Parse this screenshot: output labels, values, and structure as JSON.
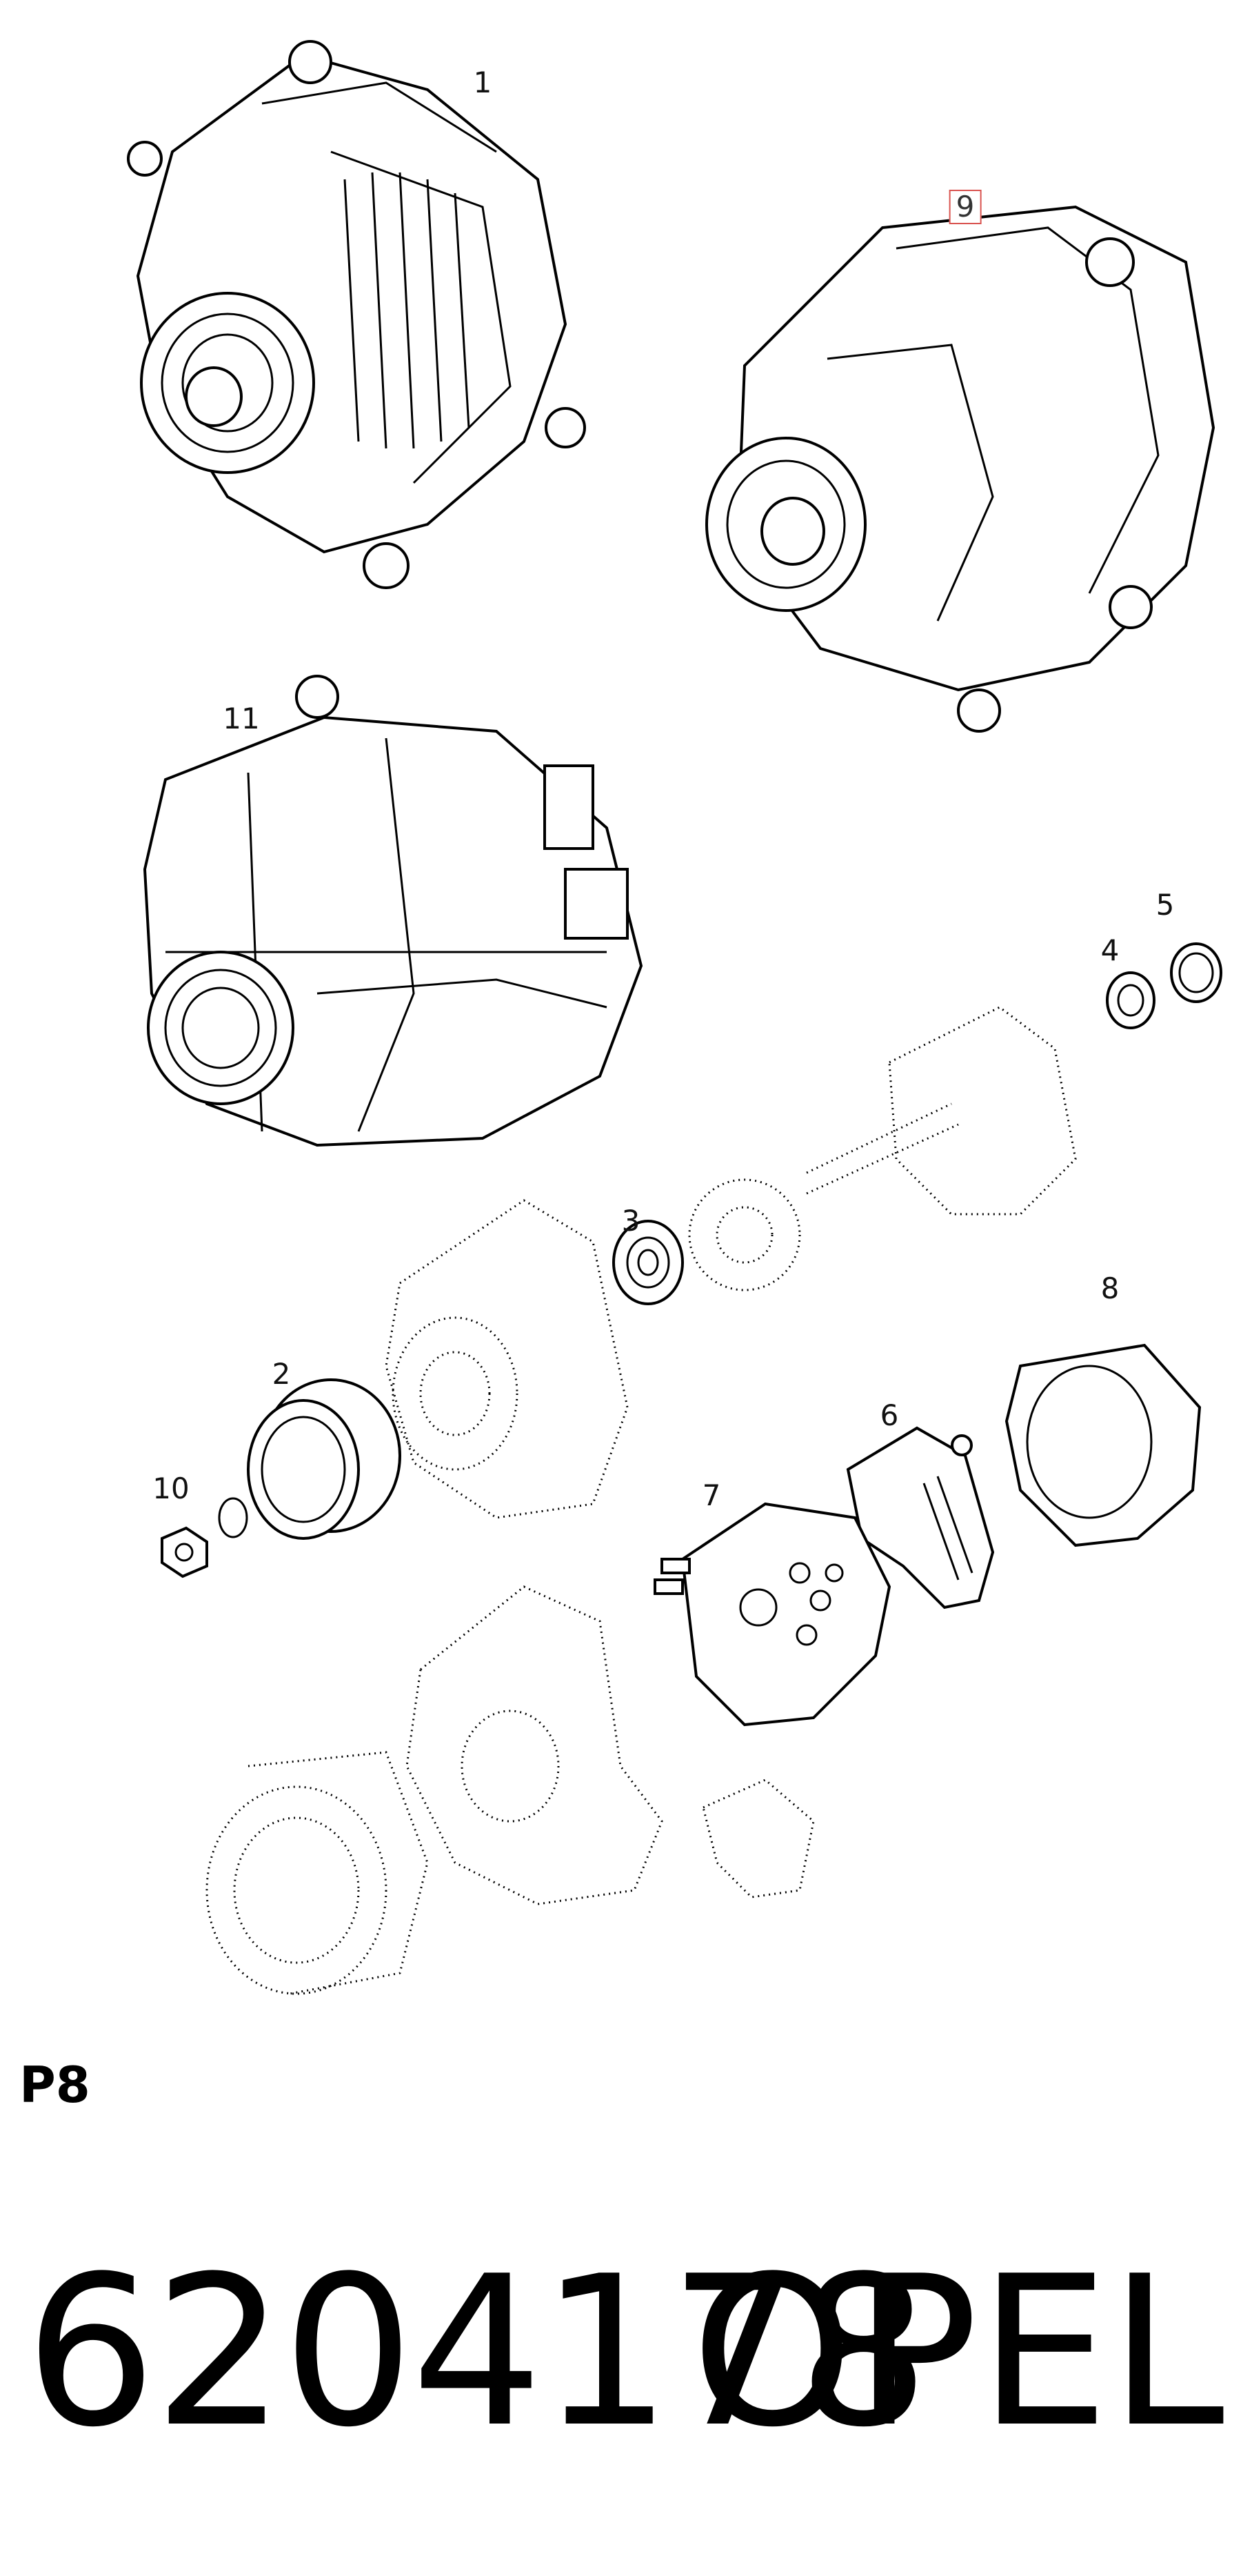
{
  "callouts": [
    {
      "id": "1",
      "label": "1"
    },
    {
      "id": "9",
      "label": "9",
      "highlighted": true,
      "highlight_color": "#d9534f"
    },
    {
      "id": "11",
      "label": "11"
    },
    {
      "id": "5",
      "label": "5"
    },
    {
      "id": "4",
      "label": "4"
    },
    {
      "id": "3",
      "label": "3"
    },
    {
      "id": "8",
      "label": "8"
    },
    {
      "id": "2",
      "label": "2"
    },
    {
      "id": "6",
      "label": "6"
    },
    {
      "id": "10",
      "label": "10"
    },
    {
      "id": "7",
      "label": "7"
    }
  ],
  "page_label": "P8",
  "part_number": "6204178",
  "brand": "OPEL"
}
